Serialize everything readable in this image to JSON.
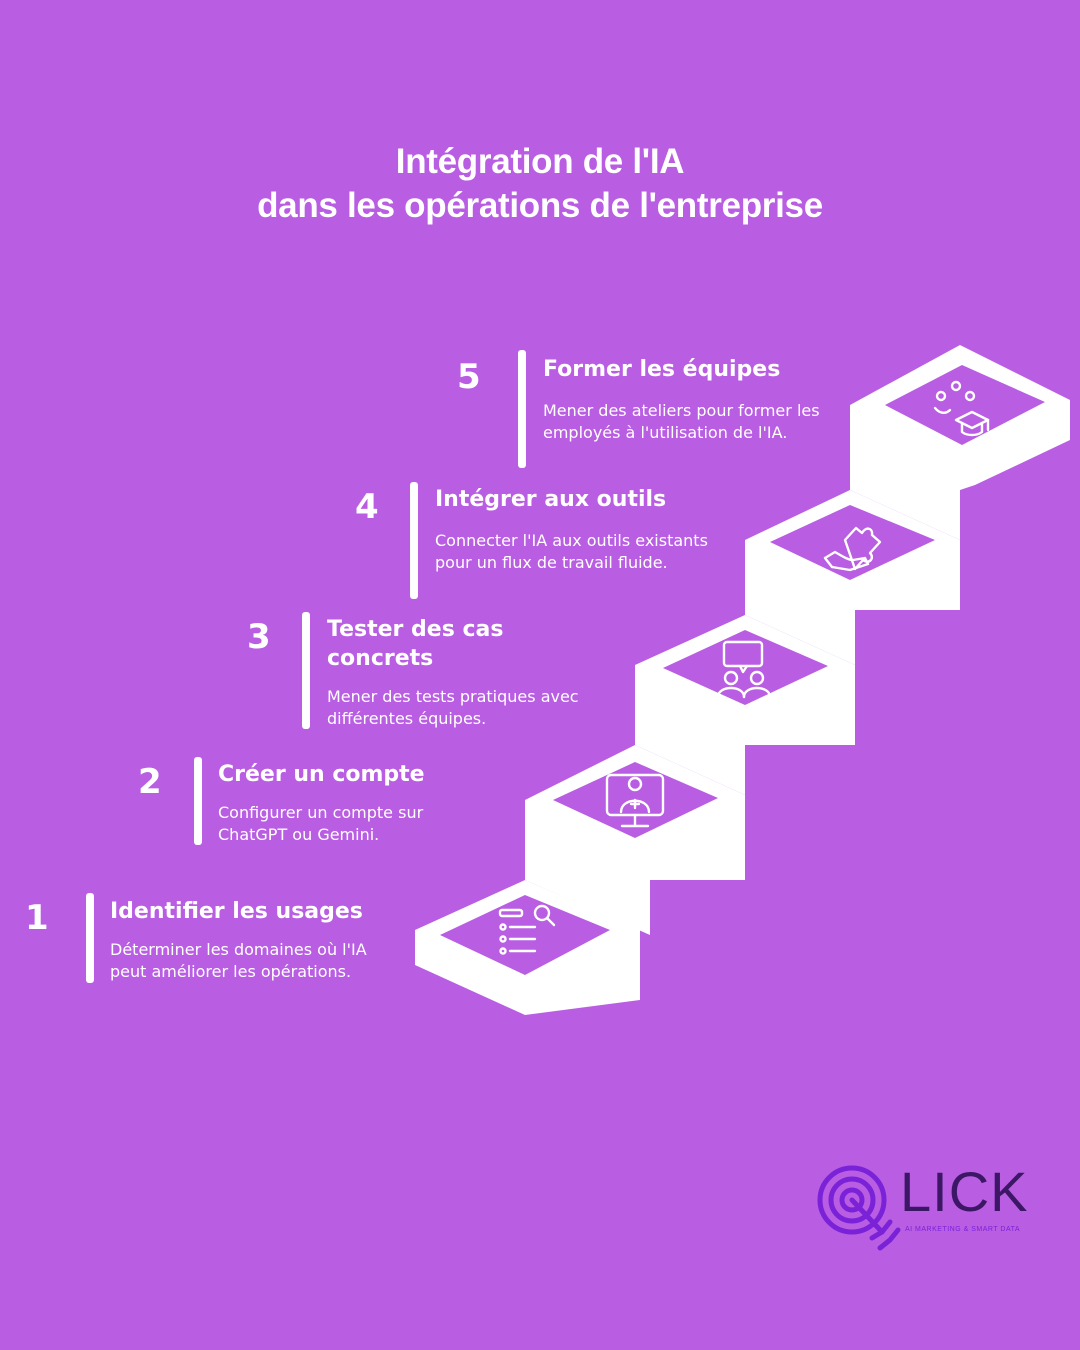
{
  "title": {
    "line1": "Intégration de l'IA",
    "line2": "dans les opérations de l'entreprise"
  },
  "steps": [
    {
      "number": "1",
      "title": "Identifier les usages",
      "desc": "Déterminer les domaines où l'IA peut améliorer les opérations.",
      "icon": "checklist-search-icon"
    },
    {
      "number": "2",
      "title": "Créer un compte",
      "desc": "Configurer un compte sur ChatGPT ou Gemini.",
      "icon": "user-monitor-icon"
    },
    {
      "number": "3",
      "title": "Tester des cas concrets",
      "desc": "Mener des tests pratiques avec différentes équipes.",
      "icon": "people-question-icon"
    },
    {
      "number": "4",
      "title": "Intégrer aux outils",
      "desc": "Connecter l'IA aux outils existants pour un flux de travail fluide.",
      "icon": "hand-puzzle-icon"
    },
    {
      "number": "5",
      "title": "Former les équipes",
      "desc": "Mener des ateliers pour former les employés à l'utilisation de l'IA.",
      "icon": "graduation-cap-icon"
    }
  ],
  "logo": {
    "text": "LICK",
    "tagline": "AI MARKETING & SMART DATA"
  },
  "colors": {
    "background": "#b95de3",
    "stair": "#ffffff",
    "stair_top": "#b95de3",
    "logo_dark": "#3b1766",
    "logo_purple": "#7a22d8"
  }
}
